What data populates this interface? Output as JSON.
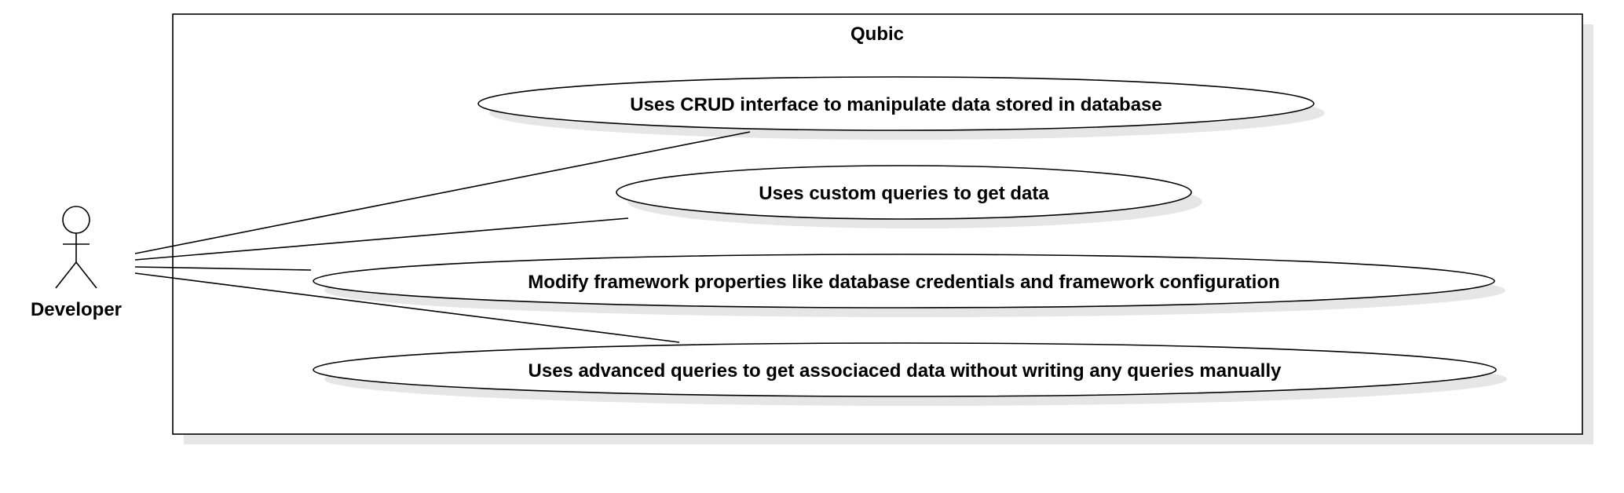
{
  "system": {
    "name": "Qubic"
  },
  "actor": {
    "name": "Developer"
  },
  "use_cases": [
    {
      "label": "Uses CRUD interface to manipulate data stored in database"
    },
    {
      "label": "Uses custom queries to get data"
    },
    {
      "label": "Modify framework properties like database credentials and framework configuration"
    },
    {
      "label": "Uses advanced queries to get associaced data without writing any queries manually"
    }
  ],
  "colors": {
    "stroke": "#000000",
    "shadow": "#e6e6e6",
    "fill": "#ffffff",
    "text": "#000000"
  }
}
